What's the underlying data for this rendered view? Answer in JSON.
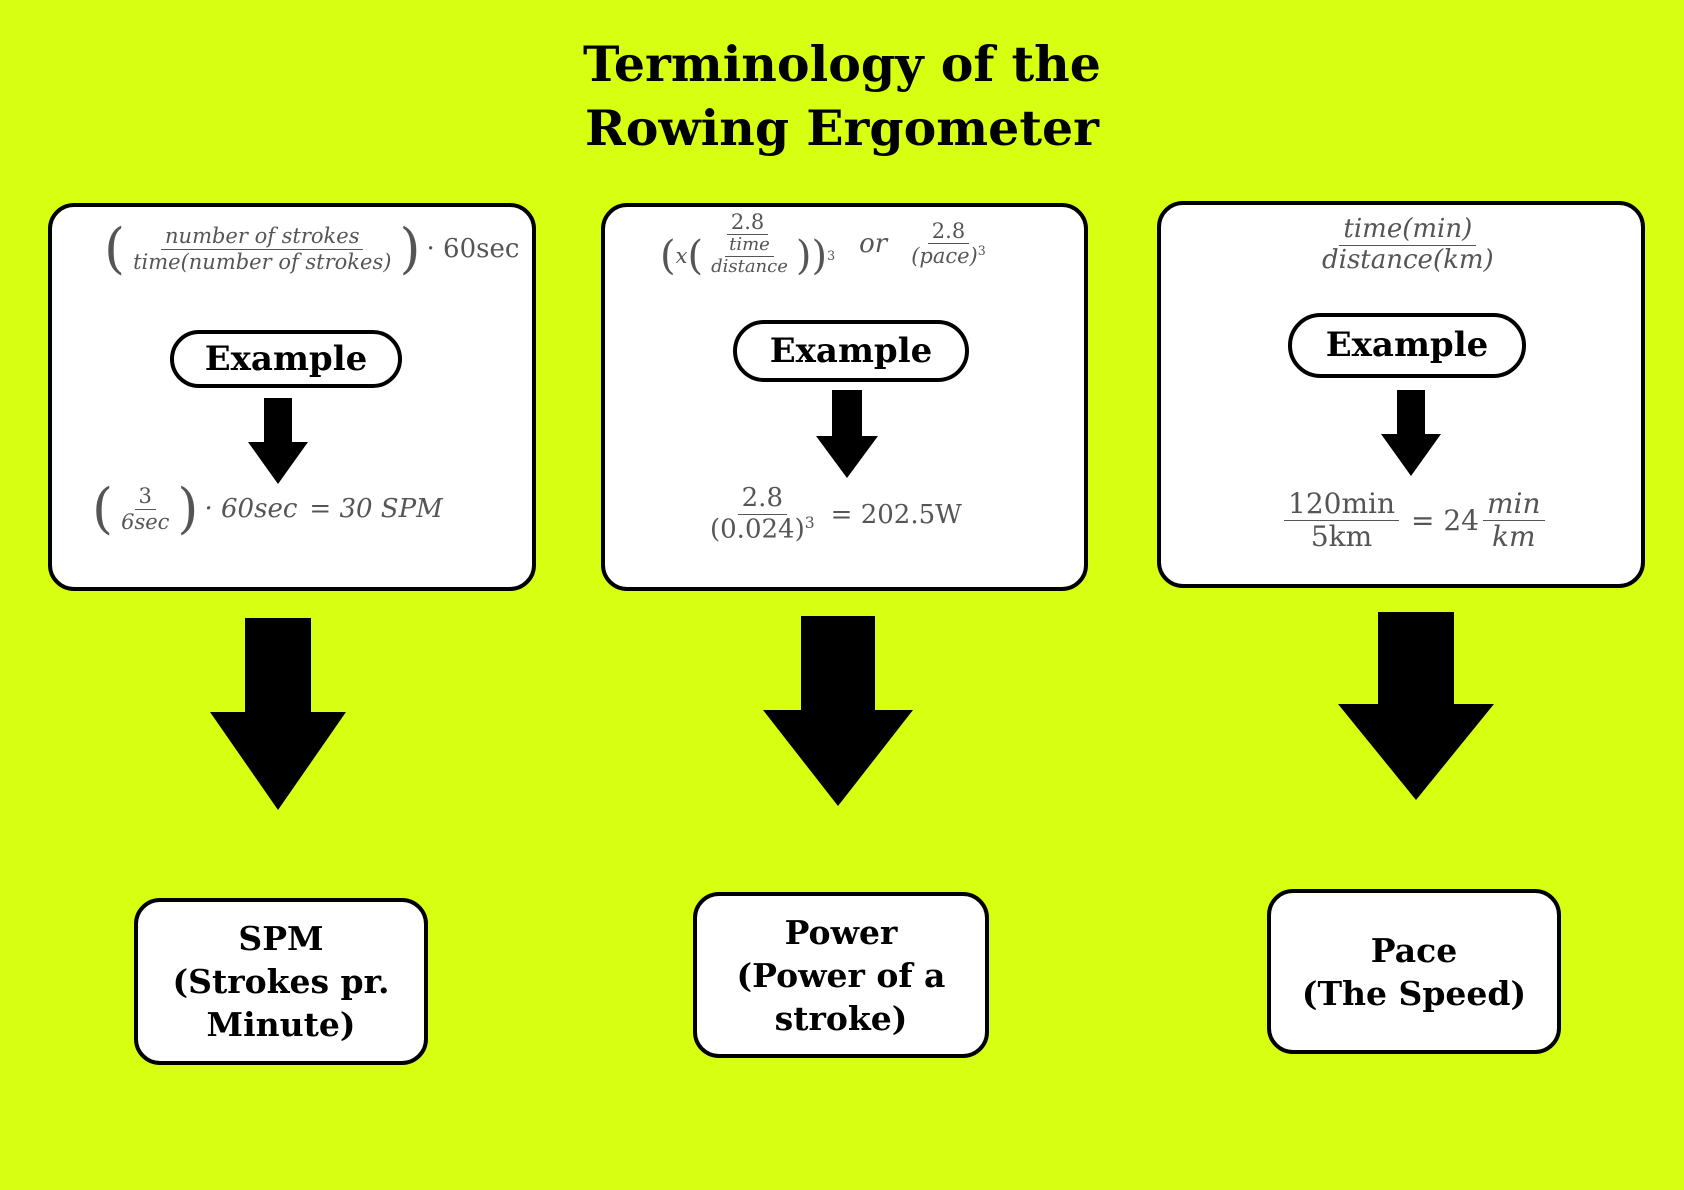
{
  "title": {
    "line1": "Terminology of the",
    "line2": "Rowing Ergometer"
  },
  "example_label": "Example",
  "cards": [
    {
      "formula": {
        "numerator": "number of strokes",
        "denominator": "time(number of strokes)",
        "factor": "· 60sec"
      },
      "example": {
        "numerator": "3",
        "denominator": "6sec",
        "factor": "· 60sec",
        "result": "= 30 SPM"
      },
      "label_lines": [
        "SPM",
        "(Strokes pr.",
        "Minute)"
      ]
    },
    {
      "formula": {
        "numerator": "2.8",
        "inner_numerator": "time",
        "inner_denominator": "distance",
        "x": "x",
        "exponent": "3",
        "or": "or",
        "alt_numerator": "2.8",
        "alt_denominator": "(pace)",
        "alt_exponent": "3"
      },
      "example": {
        "numerator": "2.8",
        "denominator": "(0.024)",
        "exponent": "3",
        "result": "= 202.5W"
      },
      "label_lines": [
        "Power",
        "(Power of a",
        "stroke)"
      ]
    },
    {
      "formula": {
        "numerator": "time(min)",
        "denominator": "distance(km)"
      },
      "example": {
        "numerator": "120min",
        "denominator": "5km",
        "result": "= 24",
        "unit_numerator": "min",
        "unit_denominator": "km"
      },
      "label_lines": [
        "Pace",
        "(The Speed)"
      ]
    }
  ],
  "colors": {
    "background": "#d7ff12",
    "box": "#ffffff",
    "outline": "#000000",
    "math_text": "#555555"
  }
}
